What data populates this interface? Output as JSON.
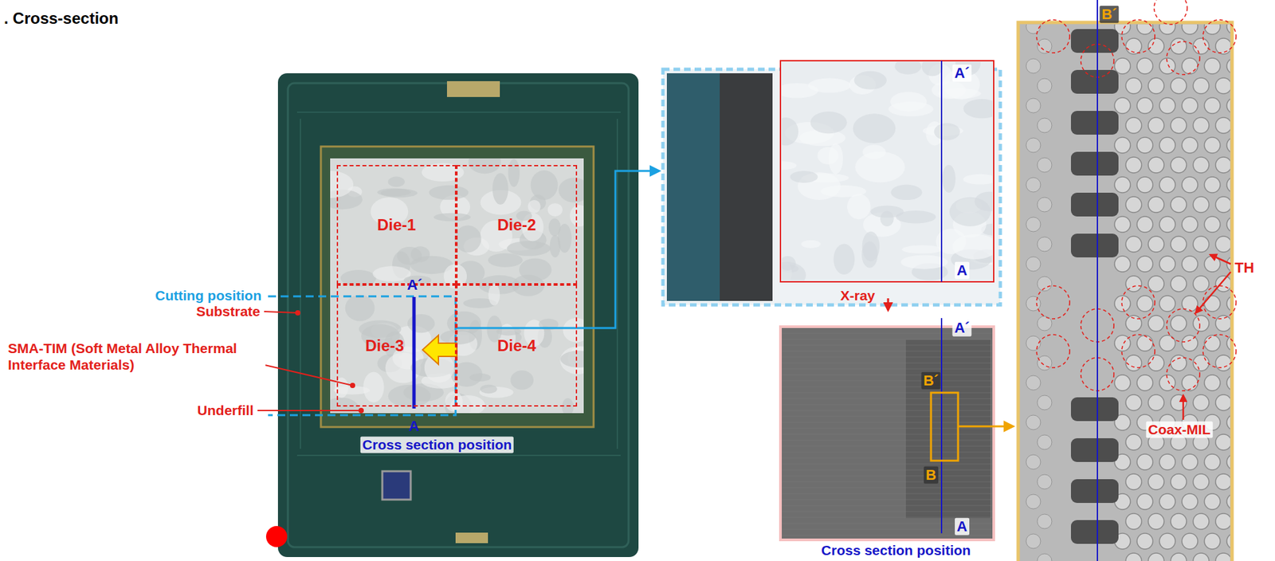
{
  "diagram": {
    "title": ". Cross-section",
    "nodes": [
      {
        "text": [
          "Die-1"
        ]
      },
      {
        "text": [
          "Die-2"
        ]
      },
      {
        "text": [
          "Die-3"
        ]
      },
      {
        "text": [
          "Die-4"
        ]
      }
    ],
    "labels": [
      "Cutting position",
      "Substrate",
      "SMA-TIM (Soft Metal Alloy Thermal Interface Materials)",
      "Underfill",
      "A´",
      "A",
      "Cross section position",
      "A´",
      "A",
      "X-ray",
      "A´",
      "B´",
      "B",
      "A",
      "Cross section position",
      "B´",
      "TH",
      "Coax-MIL"
    ]
  }
}
